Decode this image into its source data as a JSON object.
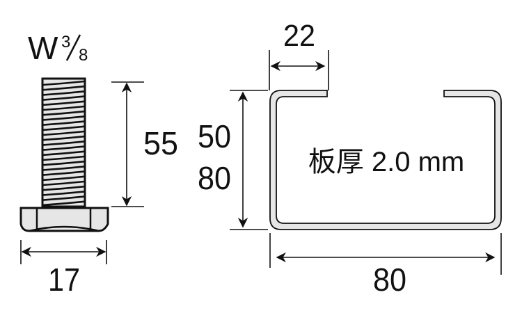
{
  "bolt": {
    "thread_label": "W",
    "thread_fraction_num": "3",
    "thread_fraction_den": "8",
    "length_label": "55",
    "nut_width_label": "17"
  },
  "channel": {
    "lip_width_label": "22",
    "height_label_1": "50",
    "height_label_2": "80",
    "width_label": "80",
    "thickness_label": "板厚 2.0 mm"
  },
  "colors": {
    "line": "#111111",
    "metal_fill": "#e6e6e6"
  }
}
